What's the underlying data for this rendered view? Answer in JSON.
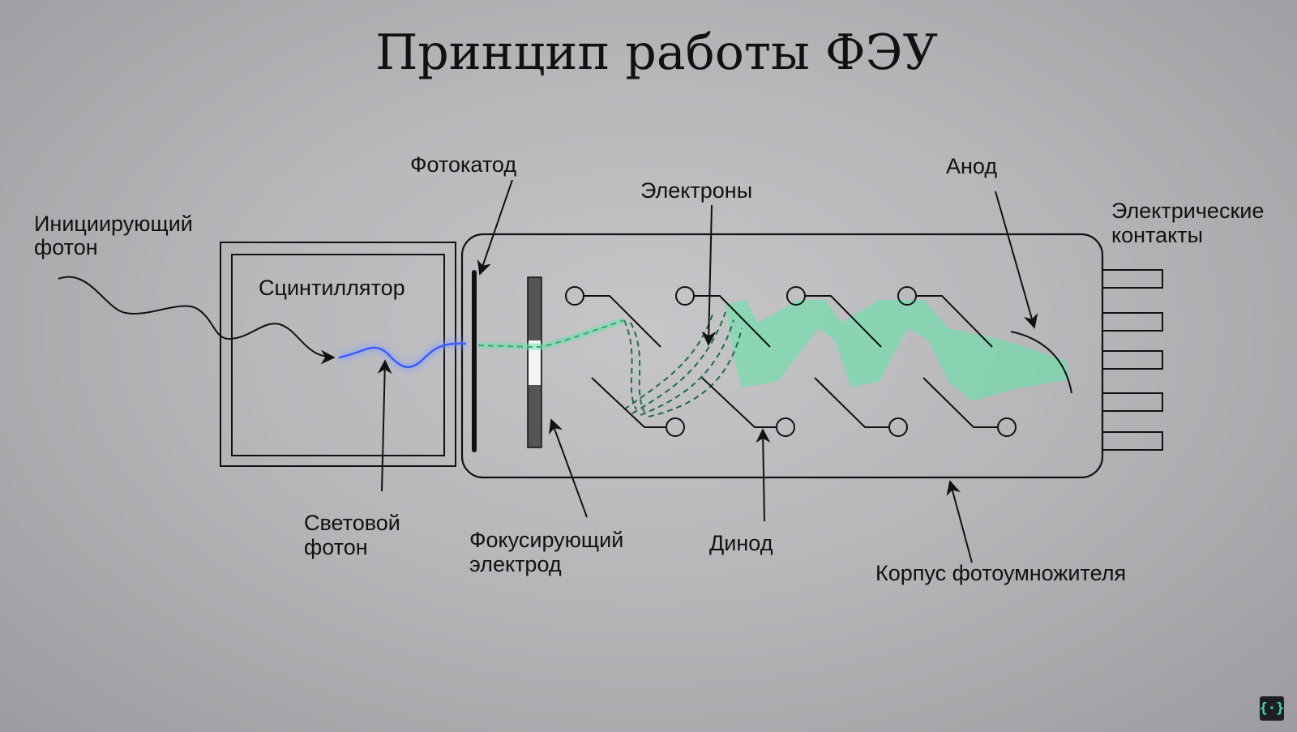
{
  "title": "Принцип работы ФЭУ",
  "labels": {
    "initiating_photon_1": "Инициирующий",
    "initiating_photon_2": "фотон",
    "scintillator": "Сцинтиллятор",
    "photocathode": "Фотокатод",
    "electrons": "Электроны",
    "anode": "Анод",
    "contacts_1": "Электрические",
    "contacts_2": "контакты",
    "light_photon_1": "Световой",
    "light_photon_2": "фотон",
    "focusing_1": "Фокусирующий",
    "focusing_2": "электрод",
    "dynode": "Динод",
    "body": "Корпус фотоумножителя"
  },
  "colors": {
    "electron_beam": "#5fe6a8",
    "light_photon": "#5577ff",
    "outline": "#111111"
  },
  "logo_icon": "brackets-logo-icon"
}
